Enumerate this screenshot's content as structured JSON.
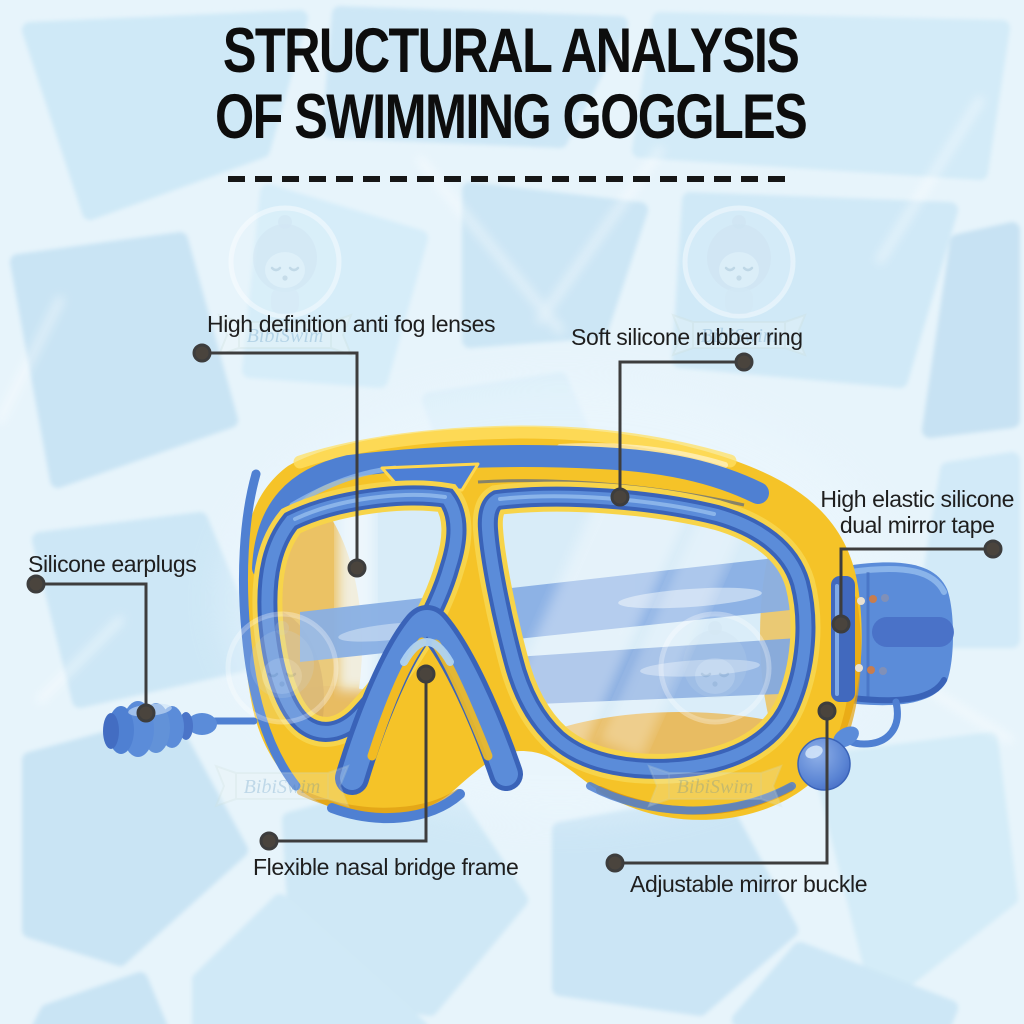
{
  "title": {
    "line1": "STRUCTURAL ANALYSIS",
    "line2": "OF SWIMMING GOGGLES"
  },
  "annotations": {
    "anti_fog": "High definition anti fog lenses",
    "rubber_ring": "Soft silicone rubber ring",
    "tape_line1": "High elastic silicone",
    "tape_line2": "dual mirror tape",
    "earplugs": "Silicone earplugs",
    "nasal_bridge": "Flexible nasal bridge frame",
    "buckle": "Adjustable mirror buckle"
  },
  "watermark": {
    "text": "BibiSwim"
  },
  "colors": {
    "background": "#cbe6f5",
    "pattern_line": "#e9f5fc",
    "frame_yellow": "#f5c328",
    "frame_amber": "#ef9f10",
    "frame_amber_deep": "#d8890a",
    "trim_blue": "#5b8cd9",
    "trim_blue_dark": "#3a63b8",
    "strap_blue": "#5585d2",
    "lens_tint": "#d8ecf8",
    "leader_line": "#3d3d3d",
    "leader_dot": "#4a443d",
    "title_text": "#0d0d0d",
    "label_text": "#1e1e1e"
  }
}
